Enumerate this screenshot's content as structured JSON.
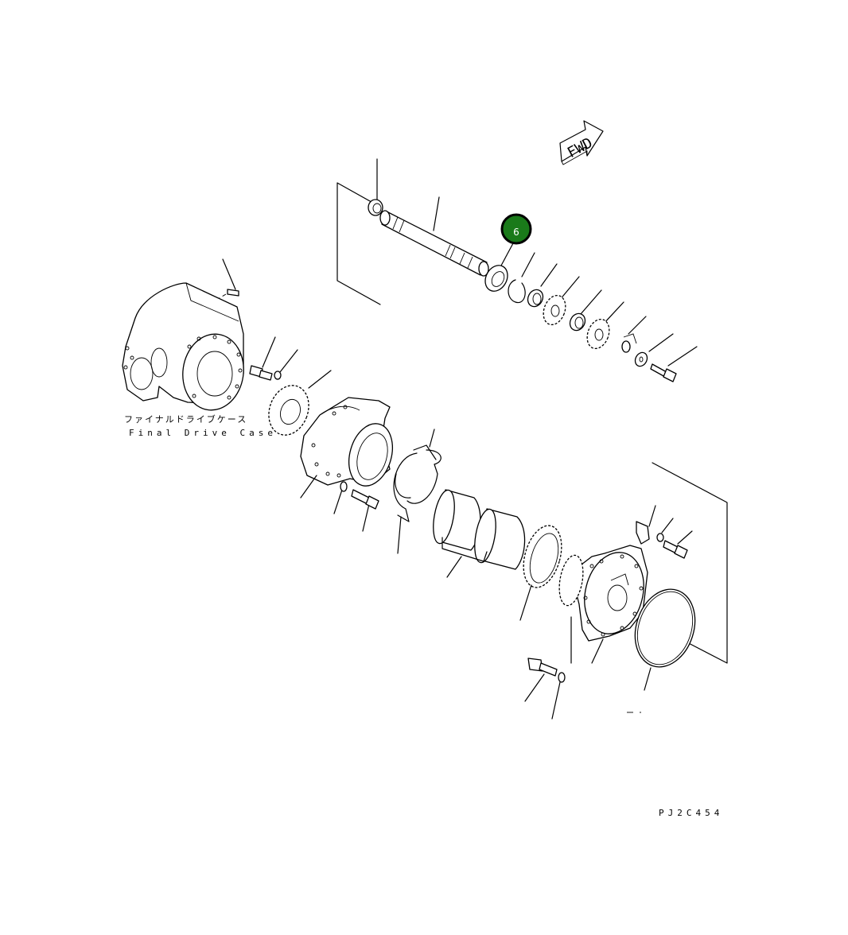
{
  "case_label_jp": "ファイナルドライブケース",
  "case_label_en": "Final Drive Case",
  "fwd_label": "FWD",
  "drawing_code": "PJ2C454",
  "callout": {
    "number": "6",
    "color": "#1a7a1a"
  },
  "icons": {
    "arrow": "fwd-arrow-icon"
  }
}
